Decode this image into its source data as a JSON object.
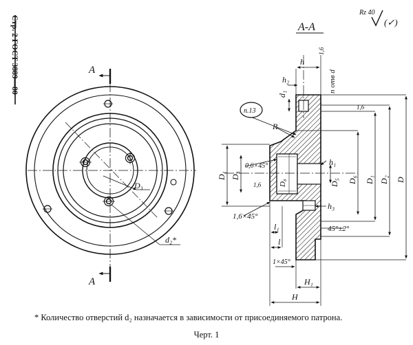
{
  "header": {
    "page_ref": "Стр. 2 ГОСТ 3889—80"
  },
  "section": {
    "title": "А-А",
    "cut_mark": "А"
  },
  "roughness": {
    "value": "Rz 40",
    "suffix": "(✓)"
  },
  "callouts": {
    "item": "п.13",
    "radius": "R"
  },
  "plan_labels": {
    "d3": "D₃",
    "d2": "d₂*"
  },
  "dims": {
    "h": "h",
    "h2": "h₂",
    "n_otv_d": "n отв d",
    "d1_small": "d₁",
    "r16a": "1,6",
    "r16b": "1,6",
    "r16c": "1,6",
    "D1_left": "D₁",
    "D4": "D₄",
    "chamfer1": "0,6×45°",
    "D8": "D₈",
    "h1": "h₁",
    "D5": "D₅",
    "D6": "D₆",
    "D1": "D₁",
    "D2": "D₂",
    "D": "D",
    "chamfer2": "1,6×45°",
    "l1": "l₁",
    "h3": "h₃",
    "angle": "45°±2°",
    "l": "l",
    "chamfer3": "1×45°",
    "H1": "H₁",
    "H": "H"
  },
  "footnote": "* Количество отверстий d₂ назначается в зависимости от присоединяемого патрона.",
  "figure_caption": "Черт. 1"
}
